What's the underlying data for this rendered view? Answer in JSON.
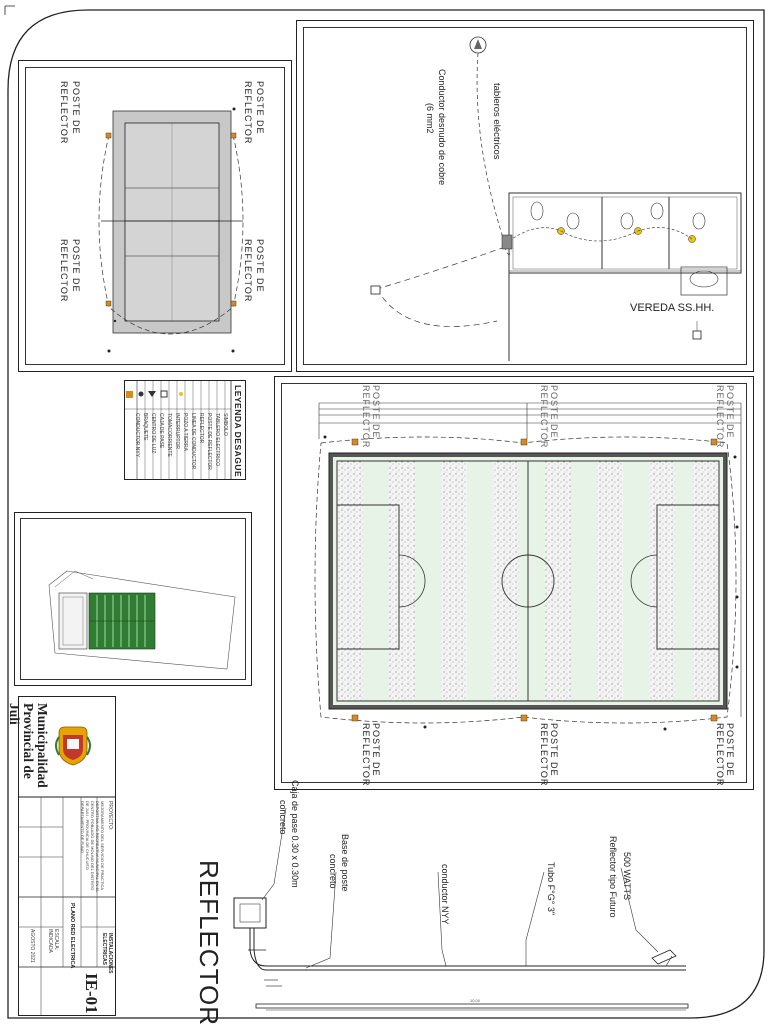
{
  "title_block": {
    "institution": "Municipalidad Provincial de Juli",
    "sheet_title": "PLANO RED ELECTRICA",
    "specialty": "INSTALACIONES ELECTRICAS",
    "sheet_number": "IE-01",
    "project_label": "PROYECTO:",
    "project_text": "MEJORAMIENTO DEL SERVICIO DE PRACTICA DEPORTIVA Y/O RECREATIVA MUNICIPAL EN EL CENTRO POBLADO DE MOLINO DEL DISTRITO DE JULI - PROVINCIA DE CHUCUITO DEPARTAMENTO DE PUNO",
    "date": "AGOSTO 2021",
    "scale_label": "ESCALA:",
    "scale_value": "INDICADA"
  },
  "legend": {
    "title": "LEYENDA DESAGUE",
    "rows": [
      "SIMBOLO",
      "TABLERO ELECTRICO",
      "POSTE DE REFLECTOR",
      "REFLECTOR",
      "LINEA DE CONDUCTOR",
      "POZO A TIERRA",
      "INTERRUPTOR",
      "TOMACORRIENTE",
      "CAJA DE PASE",
      "CENTRO DE LUZ",
      "BRAQUETE",
      "CONDUCTOR NYY"
    ]
  },
  "panel_small_court": {
    "pole_label_top": "POSTE DE",
    "pole_label_bottom": "REFLECTOR"
  },
  "panel_detail_ss": {
    "label_tableros": "tableros eléctricos",
    "label_conductor_1": "Conductor desnudo de cobre",
    "label_conductor_2": "(6 mm2",
    "label_vereda": "VEREDA SS.HH."
  },
  "panel_main_field": {
    "pole_label_top": "POSTE DE",
    "pole_label_bottom": "REFLECTOR"
  },
  "reflector_detail": {
    "title": "REFLECTOR",
    "label_watts": "500 WATTS",
    "label_reflector_type": "Reflector tipo Futuro",
    "label_tubo": "Tubo F°G° 3\"",
    "label_conductor": "conductor NYY",
    "label_base_1": "Base de poste",
    "label_base_2": "concreto",
    "label_caja_1": "Caja de pase 0.30 x 0.30m",
    "label_caja_2": "concreto"
  },
  "colors": {
    "field_green": "#2e7d32",
    "field_light": "#e8f3e8",
    "court_fill": "#c8c8c8",
    "crest_yellow": "#e6a400",
    "crest_red": "#c0392b"
  }
}
